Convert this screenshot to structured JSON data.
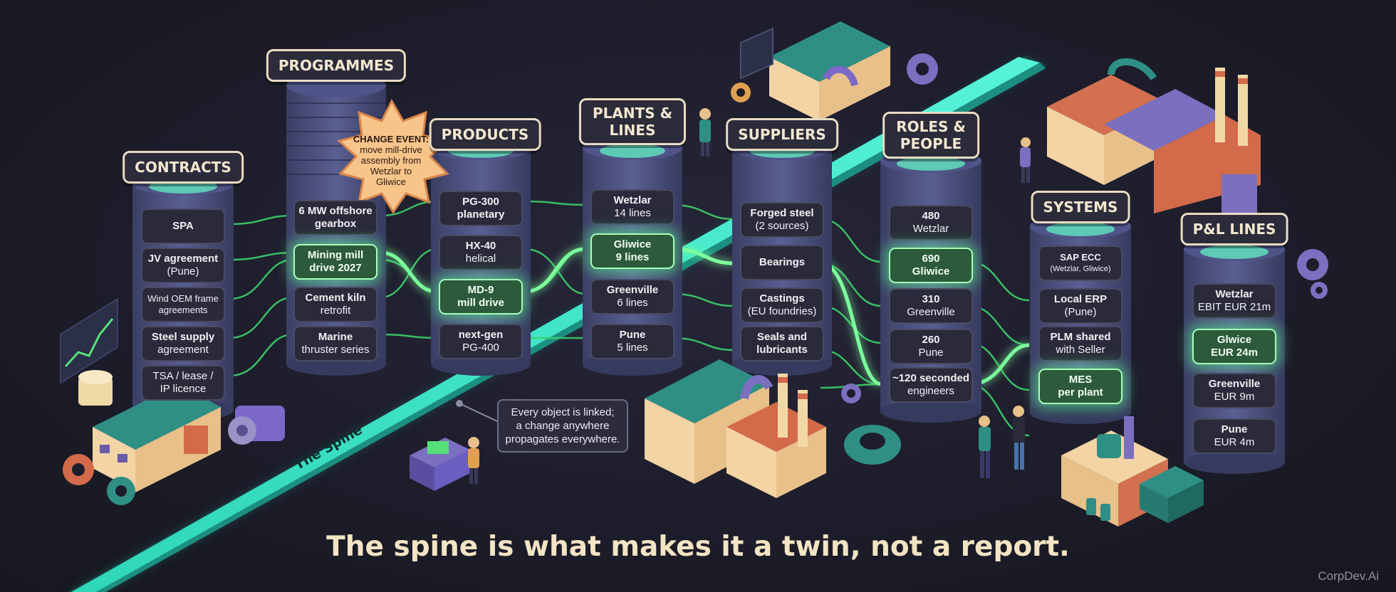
{
  "columns": {
    "contracts": {
      "label": "CONTRACTS",
      "items": [
        {
          "l1": "SPA",
          "l2": ""
        },
        {
          "l1": "JV agreement",
          "l2": "(Pune)"
        },
        {
          "l1": "",
          "l2": "Wind OEM frame",
          "l3": "agreements"
        },
        {
          "l1": "Steel supply",
          "l2": "agreement"
        },
        {
          "l1": "",
          "l2": "TSA / lease /",
          "l3": "IP licence"
        }
      ]
    },
    "programmes": {
      "label": "PROGRAMMES",
      "items": [
        {
          "l1": "6 MW offshore",
          "l2": "gearbox"
        },
        {
          "l1": "Mining mill",
          "l2": "drive 2027"
        },
        {
          "l1": "Cement kiln",
          "l2": "retrofit"
        },
        {
          "l1": "Marine",
          "l2": "thruster series"
        }
      ]
    },
    "products": {
      "label": "PRODUCTS",
      "items": [
        {
          "l1": "PG-300",
          "l2": "planetary"
        },
        {
          "l1": "HX-40",
          "l2": "helical"
        },
        {
          "l1": "MD-9",
          "l2": "mill drive"
        },
        {
          "l1": "next-gen",
          "l2": "PG-400"
        }
      ]
    },
    "plants": {
      "label_line1": "PLANTS &",
      "label_line2": "LINES",
      "items": [
        {
          "l1": "Wetzlar",
          "l2": "14 lines"
        },
        {
          "l1": "Gliwice",
          "l2": "9 lines"
        },
        {
          "l1": "Greenville",
          "l2": "6 lines"
        },
        {
          "l1": "Pune",
          "l2": "5 lines"
        }
      ]
    },
    "suppliers": {
      "label": "SUPPLIERS",
      "items": [
        {
          "l1": "Forged steel",
          "l2": "(2 sources)"
        },
        {
          "l1": "Bearings",
          "l2": ""
        },
        {
          "l1": "Castings",
          "l2": "(EU foundries)"
        },
        {
          "l1": "Seals and",
          "l2": "lubricants"
        }
      ]
    },
    "roles": {
      "label_line1": "ROLES &",
      "label_line2": "PEOPLE",
      "items": [
        {
          "l1": "480",
          "l2": "Wetzlar"
        },
        {
          "l1": "690",
          "l2": "Gliwice"
        },
        {
          "l1": "310",
          "l2": "Greenville"
        },
        {
          "l1": "260",
          "l2": "Pune"
        },
        {
          "l1": "~120 seconded",
          "l2": "engineers"
        }
      ]
    },
    "systems": {
      "label": "SYSTEMS",
      "items": [
        {
          "l1": "SAP ECC",
          "l2": "(Wetzlar, Gliwice)"
        },
        {
          "l1": "Local ERP",
          "l2": "(Pune)"
        },
        {
          "l1": "PLM shared",
          "l2": "with Seller"
        },
        {
          "l1": "MES",
          "l2": "per plant"
        }
      ]
    },
    "pl": {
      "label": "P&L LINES",
      "items": [
        {
          "l1": "Wetzlar",
          "l2": "EBIT EUR 21m"
        },
        {
          "l1": "Glwice",
          "l2": "EUR 24m"
        },
        {
          "l1": "Greenville",
          "l2": "EUR 9m"
        },
        {
          "l1": "Pune",
          "l2": "EUR 4m"
        }
      ]
    }
  },
  "change_event": {
    "title": "CHANGE EVENT:",
    "line1": "move mill-drive",
    "line2": "assembly from",
    "line3": "Wetzlar to",
    "line4": "Gliwice"
  },
  "callout": {
    "line1": "Every object is linked;",
    "line2": "a change anywhere",
    "line3": "propagates everywhere."
  },
  "spine_label": "The Spine",
  "headline": "The spine is what makes it a twin, not a report.",
  "watermark": "CorpDev.Ai",
  "colors": {
    "background": "#1d1d2b",
    "highlight": "#6de08a",
    "spine": "#3fe8c8",
    "label_text": "#f3e4c4",
    "connector": "#3ccf6a"
  },
  "icons": [
    "factory-icon",
    "gear-icon",
    "chart-icon",
    "person-icon",
    "server-icon"
  ]
}
